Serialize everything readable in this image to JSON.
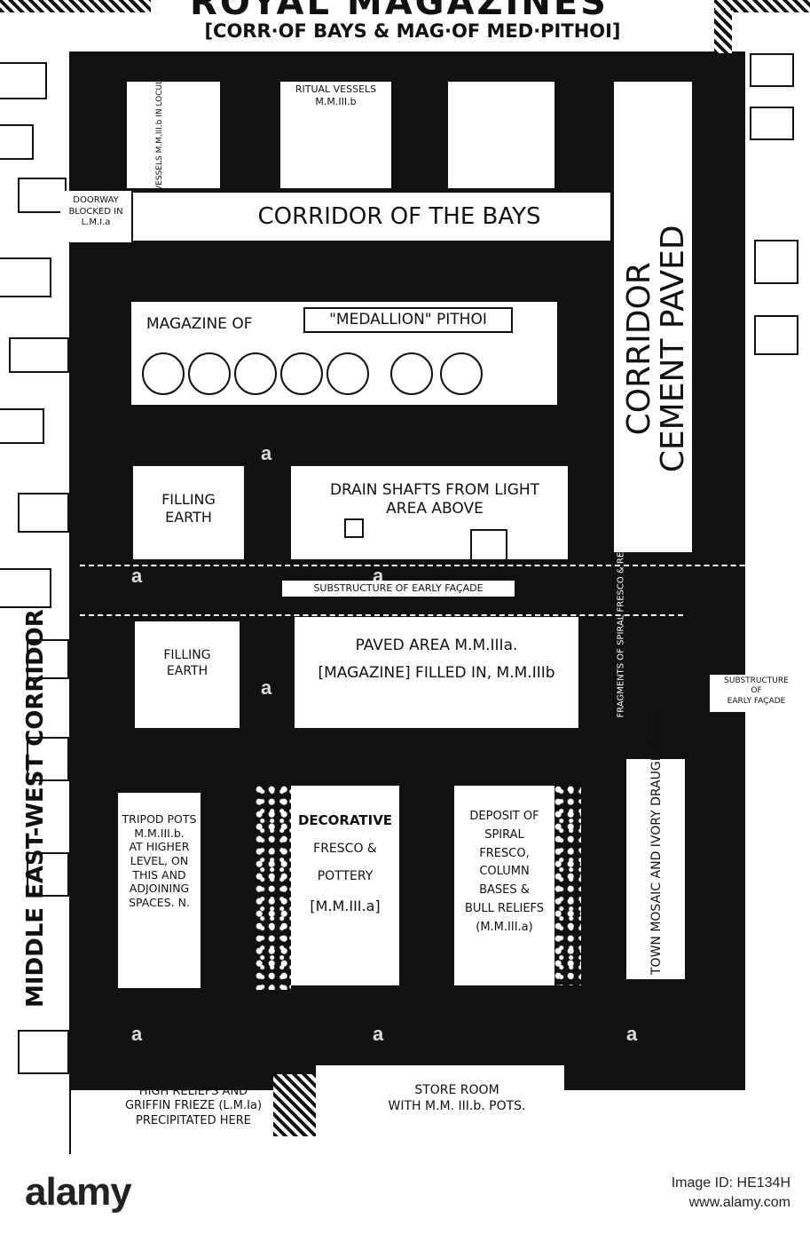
{
  "title": {
    "main": "ROYAL MAGAZINES",
    "sub": "[CORR·OF BAYS & MAG·OF MED·PITHOI]"
  },
  "labels": {
    "ritual_vessels_top": [
      "RITUAL VESSELS",
      "M.M.III.b"
    ],
    "ritual_vessels_loculus": "RITUAL VESSELS M.M.III.b IN LOCULUS",
    "doorway": [
      "DOORWAY",
      "BLOCKED IN",
      "L.M.I.a"
    ],
    "corridor_of_bays": "CORRIDOR OF THE BAYS",
    "corridor_cement": [
      "CORRIDOR",
      "CEMENT PAVED"
    ],
    "magazine_pithoi": "MAGAZINE OF",
    "medallion_pithoi": "\"MEDALLION\" PITHOI",
    "filling_earth_1": [
      "FILLING",
      "EARTH"
    ],
    "drain_shafts": [
      "DRAIN SHAFTS FROM LIGHT",
      "AREA ABOVE"
    ],
    "substructure_early": "SUBSTRUCTURE OF EARLY FAÇADE",
    "filling_earth_2": [
      "FILLING",
      "EARTH"
    ],
    "paved_area": [
      "PAVED AREA M.M.IIIa.",
      "[MAGAZINE] FILLED IN, M.M.IIIb"
    ],
    "fragments_spiral": "FRAGMENTS OF SPIRAL FRESCO & RELIEFS (M.M.III.a)",
    "substructure_right": [
      "SUBSTRUCTURE",
      "OF",
      "EARLY FAÇADE"
    ],
    "middle_corridor": "MIDDLE EAST-WEST CORRIDOR",
    "tripod_pots": [
      "TRIPOD POTS",
      "M.M.III.b.",
      "AT HIGHER",
      "LEVEL, ON",
      "THIS AND",
      "ADJOINING",
      "SPACES. N."
    ],
    "decorative": [
      "DECORATIVE",
      "FRESCO &",
      "POTTERY",
      "[M.M.III.a]"
    ],
    "deposit_spiral": [
      "DEPOSIT OF",
      "SPIRAL",
      "FRESCO,",
      "COLUMN",
      "BASES &",
      "BULL RELIEFS",
      "(M.M.III.a)"
    ],
    "town_mosaic": "TOWN MOSAIC AND IVORY DRAUGHTSMEN",
    "high_reliefs": [
      "HIGH RELIEFS AND",
      "GRIFFIN FRIEZE (L.M.Ia)",
      "PRECIPITATED HERE"
    ],
    "store_room": [
      "STORE ROOM",
      "WITH M.M. III.b. POTS."
    ]
  },
  "footer": {
    "brand": "alamy",
    "image_id": "Image ID: HE134H",
    "url": "www.alamy.com"
  },
  "watermark": "a"
}
